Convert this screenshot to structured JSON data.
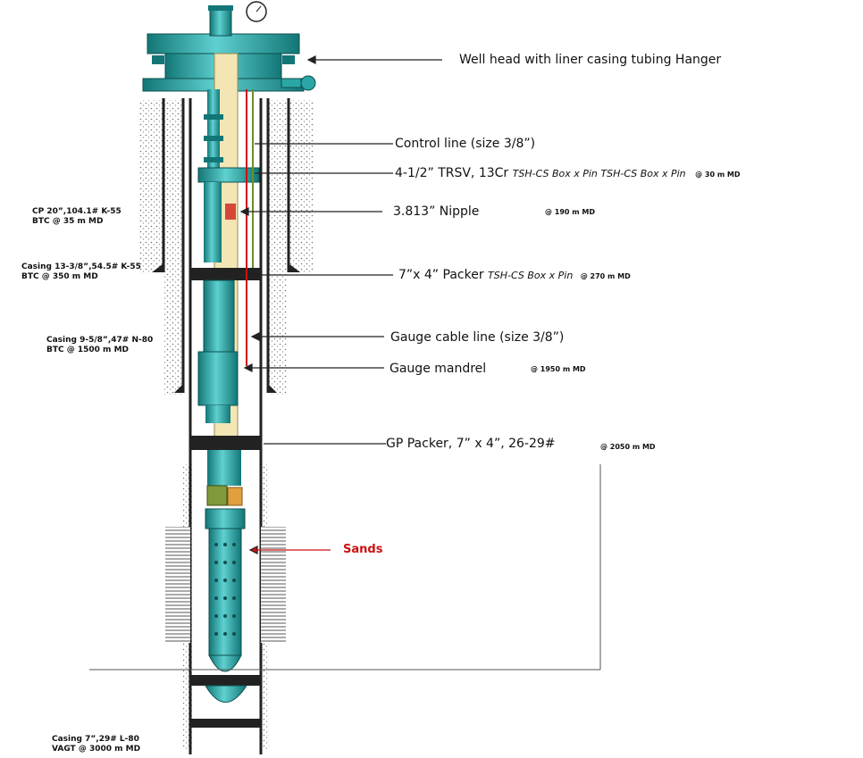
{
  "labels": {
    "wellhead": "Well head with liner casing tubing Hanger",
    "control_line": "Control line (size 3/8”)",
    "trsv_main": "4-1/2” TRSV, 13Cr",
    "trsv_conn": "TSH-CS Box x Pin TSH-CS Box x Pin",
    "trsv_md": "@ 30 m MD",
    "nipple": "3.813” Nipple",
    "nipple_md": "@ 190 m MD",
    "packer_main": "7”x 4” Packer",
    "packer_conn": "TSH-CS Box x Pin",
    "packer_md": "@ 270 m MD",
    "gauge_cable": "Gauge cable line (size 3/8”)",
    "gauge_mandrel": "Gauge mandrel",
    "gauge_mandrel_md": "@ 1950 m MD",
    "gp_packer": "GP Packer, 7” x 4”, 26-29#",
    "gp_packer_md": "@ 2050 m MD",
    "sands": "Sands",
    "cp_1": "CP   20”,104.1#   K-55",
    "cp_2": "BTC @ 35 m MD",
    "casing1338_1": "Casing 13-3/8”,54.5# K-55",
    "casing1338_2": "BTC @ 350 m MD",
    "casing958_1": "Casing  9-5/8”,47#  N-80",
    "casing958_2": "BTC @ 1500 m MD",
    "casing7_1": "Casing   7”,29#   L-80",
    "casing7_2": "VAGT @ 3000 m MD"
  },
  "colors": {
    "teal": "#2aa6a6",
    "teal_dark": "#137676",
    "tubing": "#f3e6b4",
    "cement": "#c8c8c8",
    "red": "#cc1111",
    "steel": "#222222"
  }
}
